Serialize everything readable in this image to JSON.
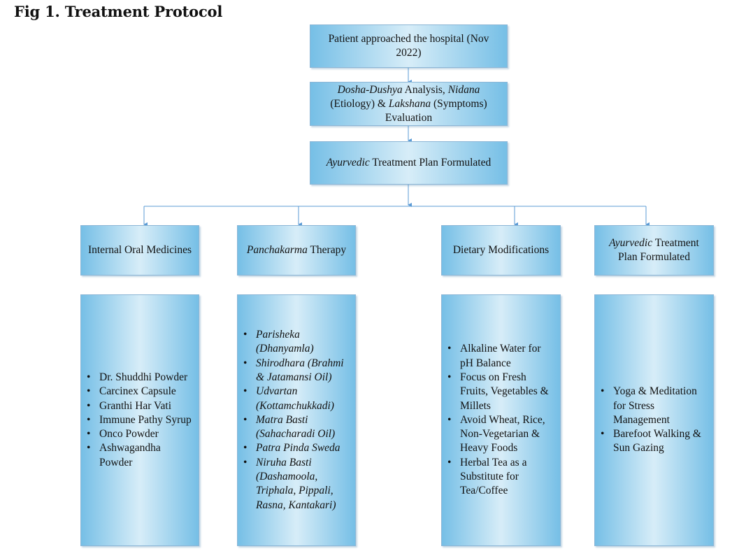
{
  "title": "Fig 1. Treatment Protocol",
  "top_nodes": {
    "n1": {
      "text": "Patient approached the hospital (Nov 2022)"
    },
    "n2": {
      "p1_italic": "Dosha-Dushya",
      "p2": " Analysis, ",
      "p3_italic": "Nidana",
      "p4": " (Etiology) & ",
      "p5_italic": "Lakshana",
      "p6": " (Symptoms) Evaluation"
    },
    "n3": {
      "p1_italic": "Ayurvedic",
      "p2": " Treatment Plan Formulated"
    }
  },
  "categories": {
    "c1": {
      "text": "Internal Oral Medicines"
    },
    "c2": {
      "p1_italic": "Panchakarma",
      "p2": " Therapy"
    },
    "c3": {
      "text": "Dietary Modifications"
    },
    "c4": {
      "p1_italic": "Ayurvedic",
      "p2": " Treatment Plan Formulated"
    }
  },
  "lists": {
    "oral_medicines": [
      "Dr. Shuddhi Powder",
      "Carcinex Capsule",
      "Granthi Har Vati",
      "Immune Pathy Syrup",
      "Onco Powder",
      "Ashwagandha Powder"
    ],
    "panchakarma": [
      "Parisheka (Dhanyamla)",
      "Shirodhara (Brahmi & Jatamansi Oil)",
      "Udvartan (Kottamchukkadi)",
      "Matra Basti (Sahacharadi Oil)",
      "Patra Pinda Sweda",
      "Niruha Basti (Dashamoola, Triphala, Pippali, Rasna, Kantakari)"
    ],
    "diet": [
      "Alkaline Water for pH Balance",
      "Focus on Fresh Fruits, Vegetables & Millets",
      "Avoid Wheat, Rice, Non-Vegetarian & Heavy Foods",
      "Herbal Tea as a Substitute for Tea/Coffee"
    ],
    "lifestyle": [
      "Yoga & Meditation for Stress Management",
      "Barefoot Walking & Sun Gazing"
    ]
  },
  "colors": {
    "box_edge": "#76bfe6",
    "box_center": "#d7edf8",
    "connector": "#5b9bd5"
  }
}
